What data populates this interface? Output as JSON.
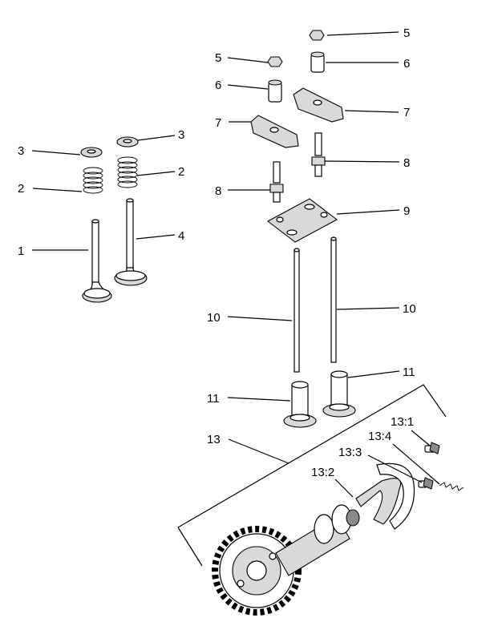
{
  "labels": {
    "l1": "1",
    "l2a": "2",
    "l2b": "2",
    "l3a": "3",
    "l3b": "3",
    "l4": "4",
    "l5a": "5",
    "l5b": "5",
    "l6a": "6",
    "l6b": "6",
    "l7a": "7",
    "l7b": "7",
    "l8a": "8",
    "l8b": "8",
    "l9": "9",
    "l10a": "10",
    "l10b": "10",
    "l11a": "11",
    "l11b": "11",
    "l13": "13",
    "l13_1": "13:1",
    "l13_2": "13:2",
    "l13_3": "13:3",
    "l13_4": "13:4"
  }
}
